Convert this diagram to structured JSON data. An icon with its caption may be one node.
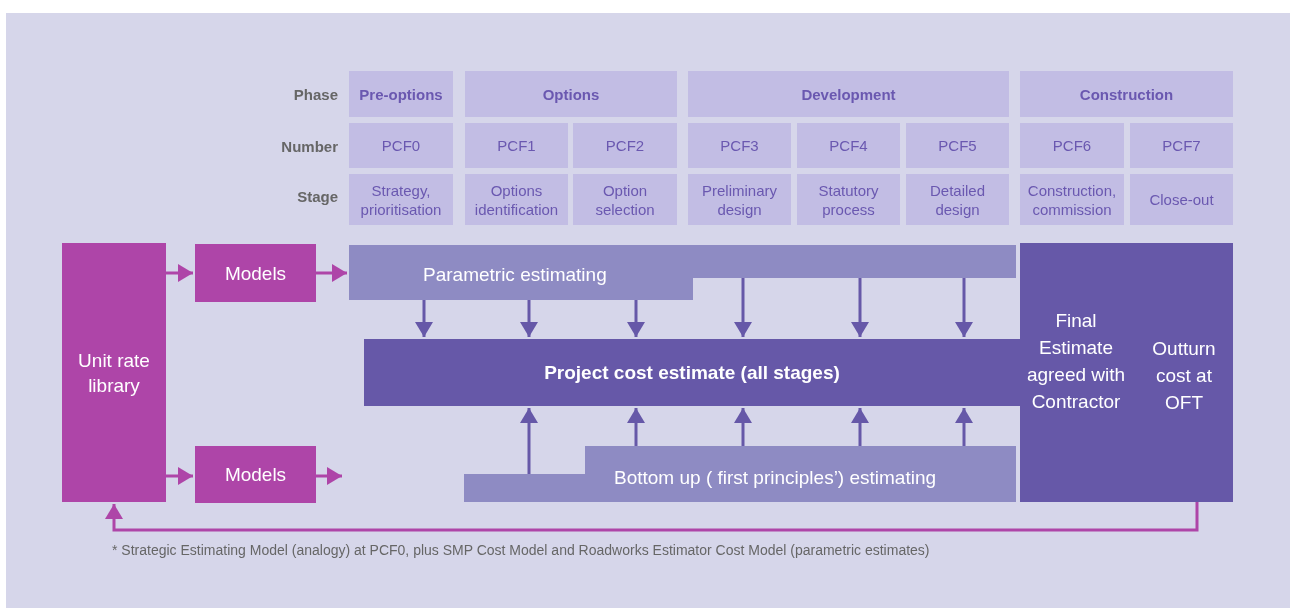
{
  "diagram": {
    "nodes": [
      {
        "text": [
          "Pre-options"
        ]
      },
      {
        "text": [
          "Options"
        ]
      },
      {
        "text": [
          "Development"
        ]
      },
      {
        "text": [
          "Construction"
        ]
      },
      {
        "text": [
          "PCF0"
        ]
      },
      {
        "text": [
          "PCF1"
        ]
      },
      {
        "text": [
          "PCF2"
        ]
      },
      {
        "text": [
          "PCF3"
        ]
      },
      {
        "text": [
          "PCF4"
        ]
      },
      {
        "text": [
          "PCF5"
        ]
      },
      {
        "text": [
          "PCF6"
        ]
      },
      {
        "text": [
          "PCF7"
        ]
      },
      {
        "text": [
          "Strategy, prioritisation"
        ]
      },
      {
        "text": [
          "Options identification"
        ]
      },
      {
        "text": [
          "Option selection"
        ]
      },
      {
        "text": [
          "Preliminary design"
        ]
      },
      {
        "text": [
          "Statutory process"
        ]
      },
      {
        "text": [
          "Detailed design"
        ]
      },
      {
        "text": [
          "Construction, commission"
        ]
      },
      {
        "text": [
          "Close-out"
        ]
      },
      {
        "text": [
          "Unit rate library"
        ]
      },
      {
        "text": [
          "Models"
        ]
      },
      {
        "text": [
          "Parametric estimating"
        ]
      },
      {
        "text": [
          "Project cost estimate (all stages)"
        ]
      },
      {
        "text": [
          "Models"
        ]
      },
      {
        "text": [
          "Bottom up ( first principles’) estimating"
        ]
      },
      {
        "text": [
          "Final Estimate agreed with Contractor",
          "Outturn cost at OFT"
        ]
      }
    ],
    "edges": [
      {
        "from": 20,
        "to": 21,
        "arrow": "to",
        "color": "#ae45a8"
      },
      {
        "from": 21,
        "to": 22,
        "arrow": "to",
        "color": "#ae45a8"
      },
      {
        "from": 20,
        "to": 24,
        "arrow": "to",
        "color": "#ae45a8"
      },
      {
        "from": 24,
        "to": null,
        "arrow": "to",
        "color": "#ae45a8"
      },
      {
        "from": 22,
        "to": 23,
        "arrow": "to"
      },
      {
        "from": 22,
        "to": 23,
        "arrow": "to"
      },
      {
        "from": 22,
        "to": 23,
        "arrow": "to"
      },
      {
        "from": 22,
        "to": 23,
        "arrow": "to"
      },
      {
        "from": 22,
        "to": 23,
        "arrow": "to"
      },
      {
        "from": 22,
        "to": 23,
        "arrow": "to"
      },
      {
        "from": 25,
        "to": 23,
        "arrow": "to"
      },
      {
        "from": 25,
        "to": 23,
        "arrow": "to"
      },
      {
        "from": 25,
        "to": 23,
        "arrow": "to"
      },
      {
        "from": 25,
        "to": 23,
        "arrow": "to"
      },
      {
        "from": 25,
        "to": 23,
        "arrow": "to"
      },
      {
        "from": 26,
        "to": 20,
        "arrow": "to",
        "color": "#ae45a8"
      }
    ],
    "labels": [
      "Phase",
      "Number",
      "Stage",
      "* Strategic Estimating Model (analogy) at PCF0, plus SMP Cost Model and Roadworks Estimator Cost Model (parametric estimates)"
    ]
  }
}
